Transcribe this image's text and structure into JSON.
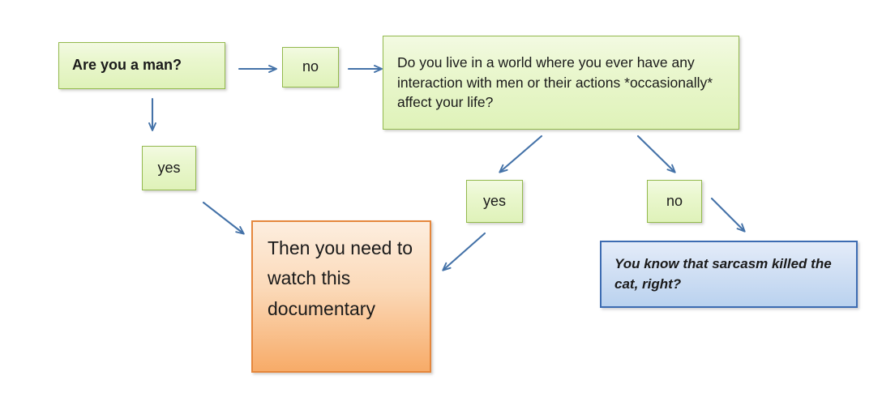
{
  "diagram": {
    "title": "Are you a man? flowchart",
    "background_color": "#ffffff",
    "arrow_color": "#4472a8",
    "green_fill": "#e3f4c3",
    "green_border": "#93b94d",
    "orange_fill": "#f7ab68",
    "orange_border": "#e5873c",
    "blue_fill": "#bad2ef",
    "blue_border": "#3d6cb2"
  },
  "nodes": {
    "question_man": {
      "text": "Are you a man?",
      "style": "green"
    },
    "label_no_top": {
      "text": "no",
      "style": "green"
    },
    "question_world": {
      "text": "Do you live in a world where you ever have any interaction with men or their actions *occasionally* affect your life?",
      "style": "green"
    },
    "label_yes_left": {
      "text": "yes",
      "style": "green"
    },
    "label_yes_middle": {
      "text": "yes",
      "style": "green"
    },
    "label_no_right": {
      "text": "no",
      "style": "green"
    },
    "outcome_documentary": {
      "text": "Then you need to watch this documentary",
      "style": "orange"
    },
    "outcome_sarcasm": {
      "text": "You know that sarcasm killed the cat, right?",
      "style": "blue"
    }
  },
  "edges": [
    {
      "name": "man-to-no",
      "from": "question_man",
      "to": "label_no_top",
      "direction": "right"
    },
    {
      "name": "no-to-world",
      "from": "label_no_top",
      "to": "question_world",
      "direction": "right"
    },
    {
      "name": "man-to-yes",
      "from": "question_man",
      "to": "label_yes_left",
      "direction": "down"
    },
    {
      "name": "yes-to-documentary",
      "from": "label_yes_left",
      "to": "outcome_documentary",
      "direction": "down-right"
    },
    {
      "name": "world-to-yes",
      "from": "question_world",
      "to": "label_yes_middle",
      "direction": "down-left"
    },
    {
      "name": "yes-to-documentary-2",
      "from": "label_yes_middle",
      "to": "outcome_documentary",
      "direction": "down-left"
    },
    {
      "name": "world-to-no",
      "from": "question_world",
      "to": "label_no_right",
      "direction": "down-right"
    },
    {
      "name": "no-to-sarcasm",
      "from": "label_no_right",
      "to": "outcome_sarcasm",
      "direction": "down-right"
    }
  ]
}
